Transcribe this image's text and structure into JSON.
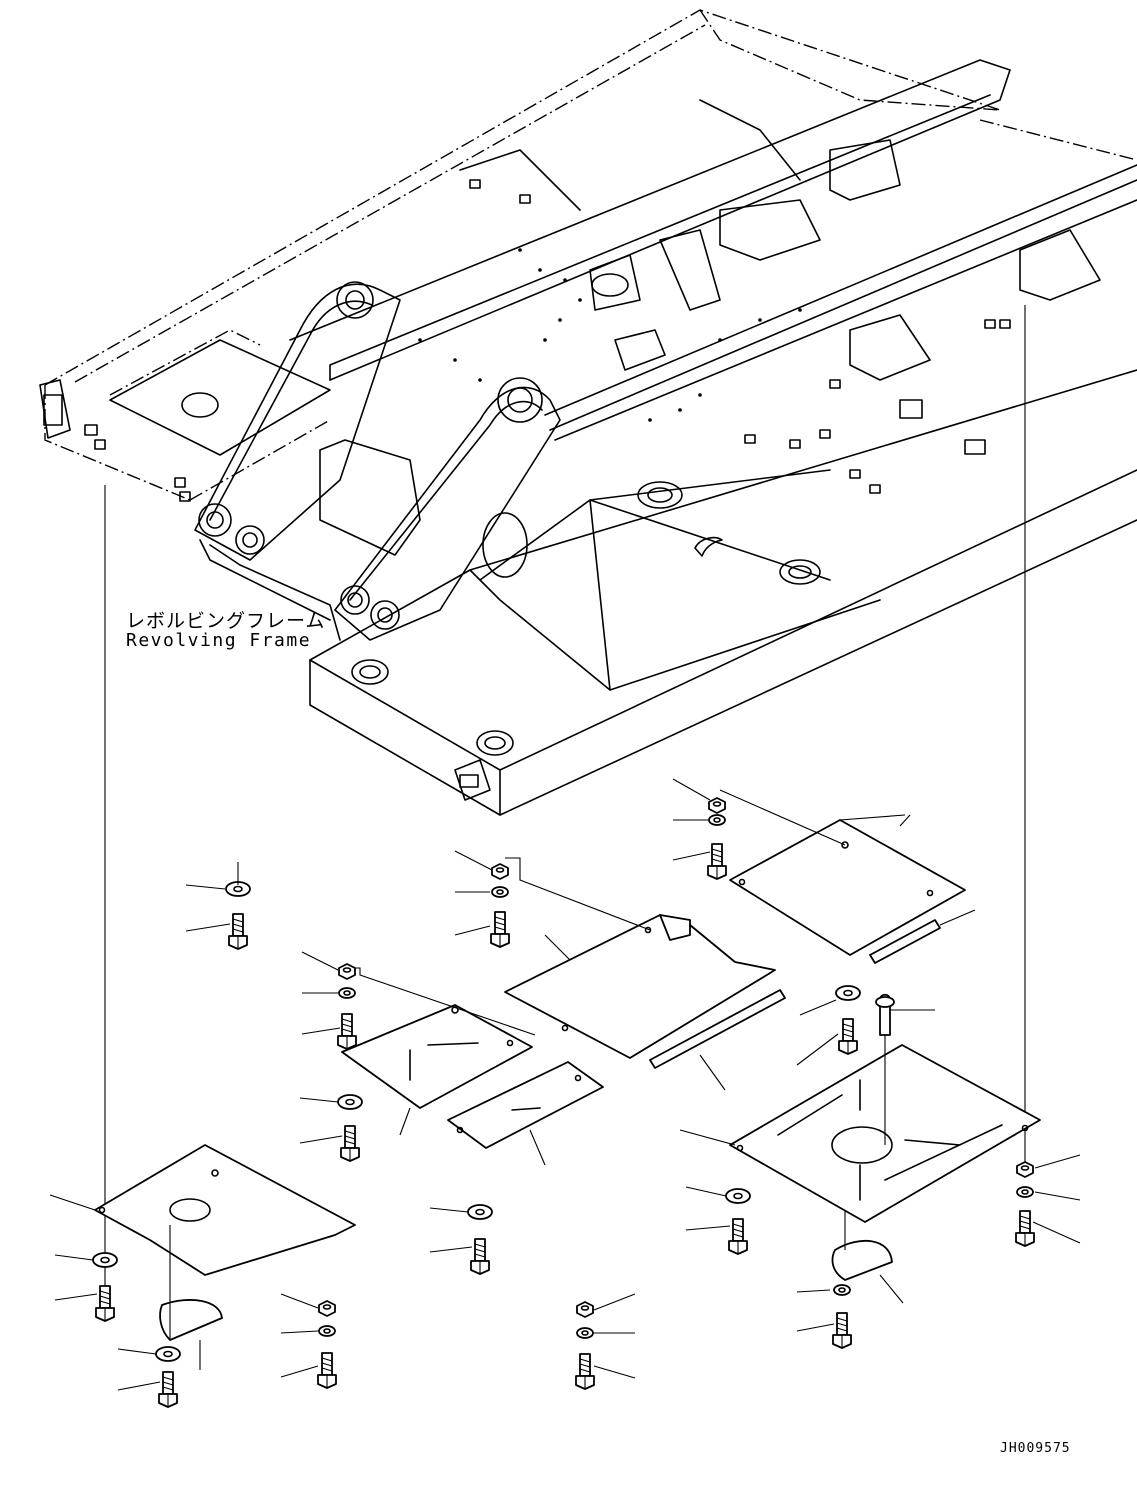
{
  "labels": {
    "frame_jp": "レボルビングフレーム",
    "frame_en": "Revolving Frame",
    "drawing_id": "JH009575"
  }
}
